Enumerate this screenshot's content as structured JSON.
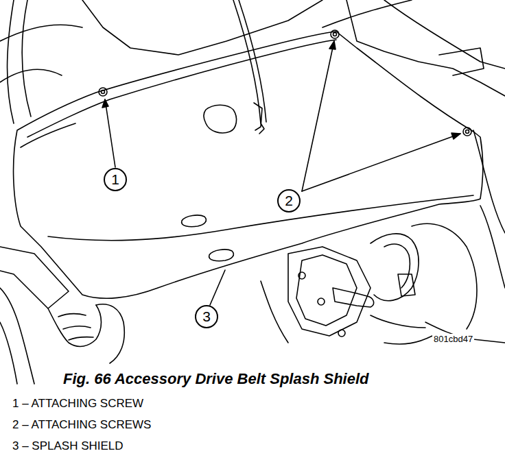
{
  "diagram": {
    "caption": "Fig. 66 Accessory Drive Belt Splash Shield",
    "nodes": [
      {
        "text": [
          "1"
        ]
      },
      {
        "text": [
          "2"
        ]
      },
      {
        "text": [
          "3"
        ]
      }
    ],
    "labels": [
      "801cbd47",
      "1 – ATTACHING SCREW",
      "2 – ATTACHING SCREWS",
      "3 – SPLASH SHIELD"
    ]
  }
}
